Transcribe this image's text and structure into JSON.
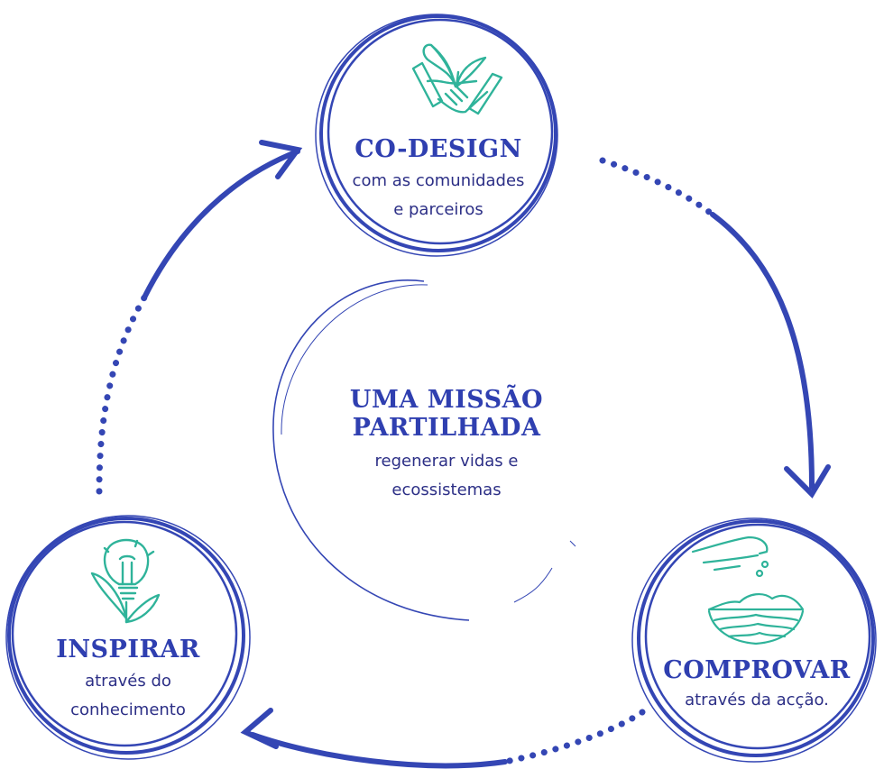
{
  "colors": {
    "ring": "#3446b4",
    "title": "#2f3fb0",
    "text": "#2c2f86",
    "icon": "#2fb39a"
  },
  "center": {
    "title_line1": "UMA MISSÃO",
    "title_line2": "PARTILHADA",
    "sub_line1": "regenerar vidas e",
    "sub_line2": "ecossistemas"
  },
  "codesign": {
    "title": "CO-DESIGN",
    "sub_line1": "com as comunidades",
    "sub_line2": "e parceiros",
    "icon": "handshake-sprout-icon"
  },
  "comprovar": {
    "title": "COMPROVAR",
    "sub_line1": "através da acção.",
    "icon": "hand-sowing-soil-icon"
  },
  "inspirar": {
    "title": "INSPIRAR",
    "sub_line1": "através do",
    "sub_line2": "conhecimento",
    "icon": "lightbulb-leaf-icon"
  }
}
